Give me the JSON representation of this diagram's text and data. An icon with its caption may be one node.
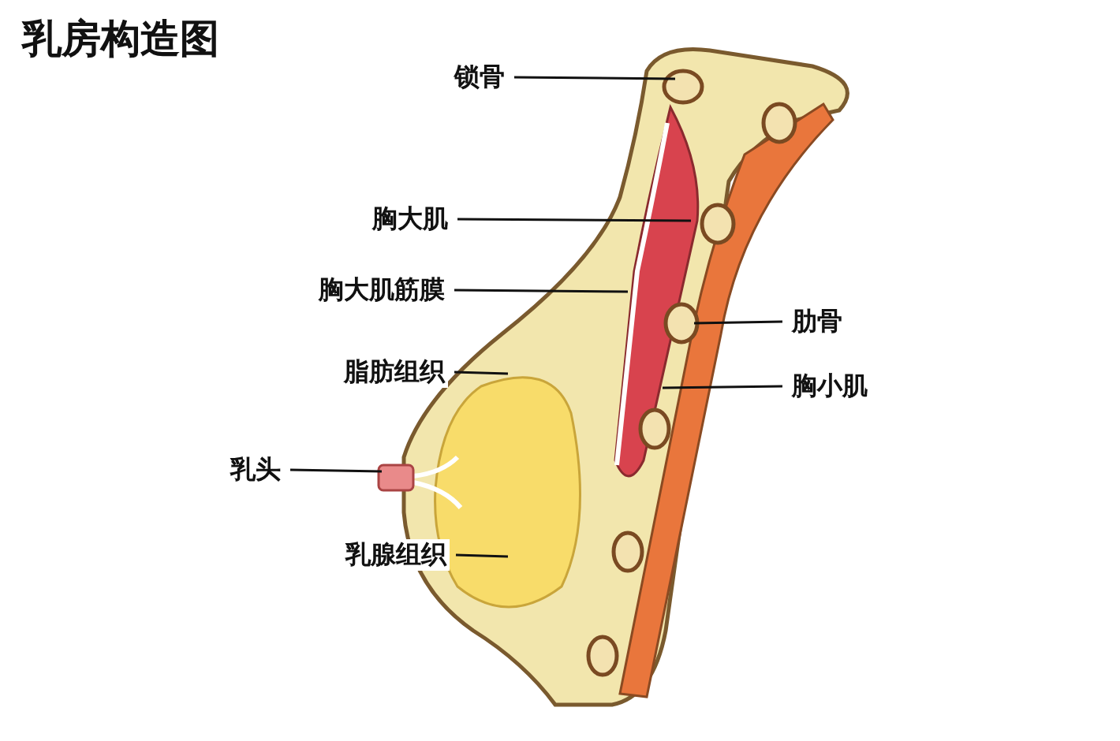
{
  "diagram": {
    "title": "乳房构造图",
    "nodes": [
      {
        "text": [
          "锁骨"
        ]
      },
      {
        "text": [
          "胸大肌"
        ]
      },
      {
        "text": [
          "胸大肌筋膜"
        ]
      },
      {
        "text": [
          "肋骨"
        ]
      },
      {
        "text": [
          "脂肪组织"
        ]
      },
      {
        "text": [
          "胸小肌"
        ]
      },
      {
        "text": [
          "乳头"
        ]
      },
      {
        "text": [
          "乳腺组织"
        ]
      }
    ],
    "edges": [
      {
        "from": 0,
        "to": null,
        "arrow": "none"
      },
      {
        "from": 1,
        "to": null,
        "arrow": "none"
      },
      {
        "from": 2,
        "to": null,
        "arrow": "none"
      },
      {
        "from": 3,
        "to": null,
        "arrow": "none"
      },
      {
        "from": 4,
        "to": null,
        "arrow": "none"
      },
      {
        "from": 5,
        "to": null,
        "arrow": "none"
      },
      {
        "from": 6,
        "to": null,
        "arrow": "none"
      },
      {
        "from": 7,
        "to": null,
        "arrow": "none"
      }
    ]
  }
}
